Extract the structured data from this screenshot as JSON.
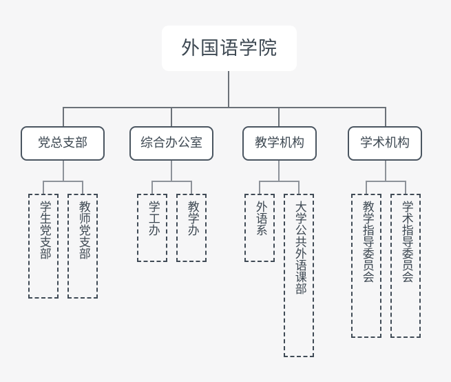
{
  "colors": {
    "background": "#f6f6f7",
    "node_fill": "#ffffff",
    "node_border": "#4a5560",
    "dashed_border": "#3f4a55",
    "text": "#3d4852",
    "connector": "#8d9299"
  },
  "chart_data": {
    "type": "diagram",
    "diagram_type": "organization-chart",
    "orientation": "top-down",
    "root": {
      "label": "外国语学院",
      "style": "filled-rounded-borderless"
    },
    "levels": 3,
    "branches": [
      {
        "label": "党总支部",
        "style": "rounded-outlined",
        "children": [
          {
            "label": "学生党支部",
            "style": "dashed-vertical-text",
            "chars": 5
          },
          {
            "label": "教师党支部",
            "style": "dashed-vertical-text",
            "chars": 5
          }
        ]
      },
      {
        "label": "综合办公室",
        "style": "rounded-outlined",
        "children": [
          {
            "label": "学工办",
            "style": "dashed-vertical-text",
            "chars": 3
          },
          {
            "label": "教学办",
            "style": "dashed-vertical-text",
            "chars": 3
          }
        ]
      },
      {
        "label": "教学机构",
        "style": "rounded-outlined",
        "children": [
          {
            "label": "外语系",
            "style": "dashed-vertical-text",
            "chars": 3
          },
          {
            "label": "大学公共外语课部",
            "style": "dashed-vertical-text",
            "chars": 8
          }
        ]
      },
      {
        "label": "学术机构",
        "style": "rounded-outlined",
        "children": [
          {
            "label": "教学指导委员会",
            "style": "dashed-vertical-text",
            "chars": 7
          },
          {
            "label": "学术指导委员会",
            "style": "dashed-vertical-text",
            "chars": 7
          }
        ]
      }
    ]
  }
}
